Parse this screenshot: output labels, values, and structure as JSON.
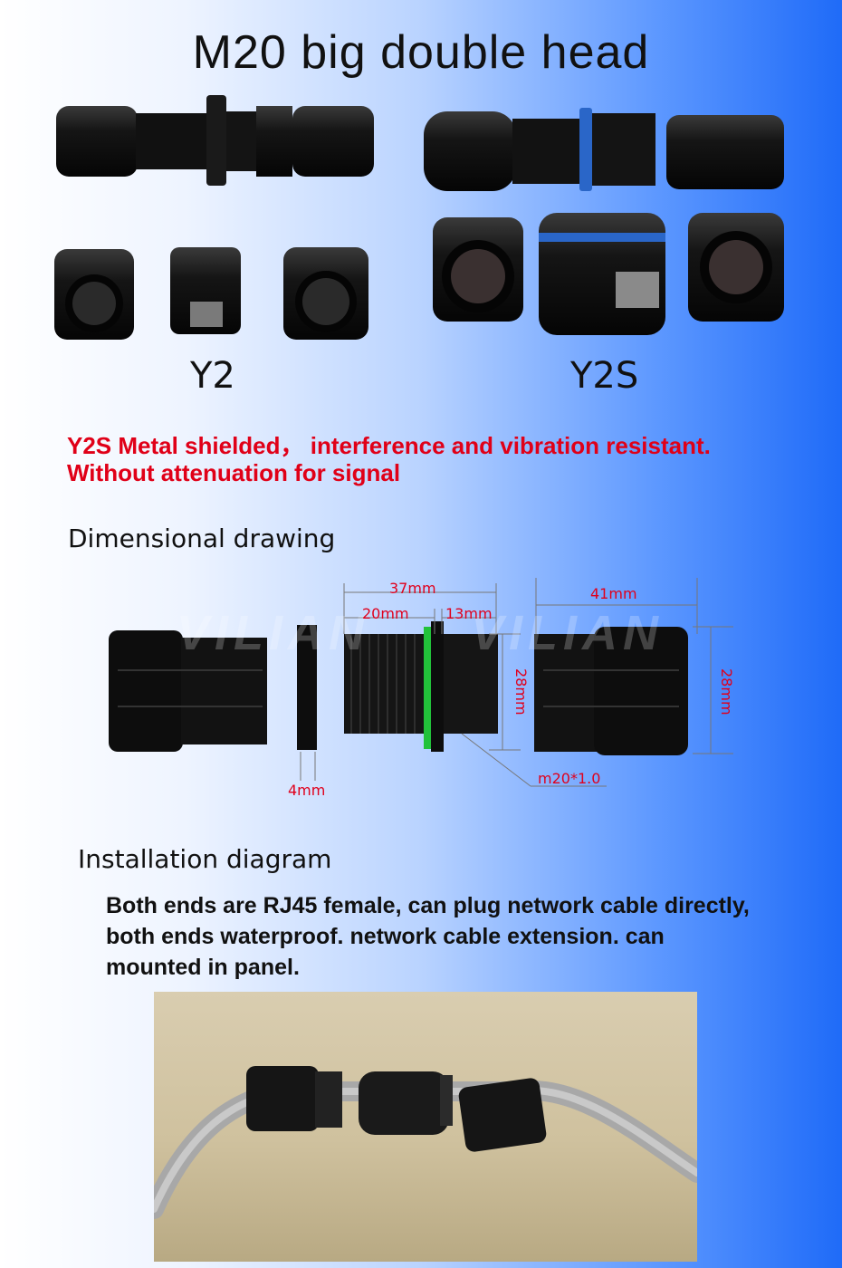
{
  "title": "M20 big double head",
  "labels": {
    "left": "Y2",
    "right": "Y2S"
  },
  "feature_lines": [
    "Y2S Metal shielded，  interference and vibration resistant.",
    "Without attenuation for signal"
  ],
  "dimensional": {
    "heading": "Dimensional drawing",
    "watermark": "VILIAN",
    "dims": {
      "d37": "37mm",
      "d20": "20mm",
      "d13": "13mm",
      "d41": "41mm",
      "d28a": "28mm",
      "d28b": "28mm",
      "d4": "4mm",
      "thread": "m20*1.0"
    }
  },
  "installation": {
    "heading": "Installation diagram",
    "description_lines": [
      "Both ends are RJ45 female, can plug network cable directly,",
      "both ends waterproof.  network cable extension.   can",
      "mounted in panel."
    ]
  },
  "colors": {
    "accent_red": "#e00018",
    "connector_black": "#0d0d0d",
    "seal_blue": "#2a66c8",
    "seal_green": "#22c23a"
  }
}
